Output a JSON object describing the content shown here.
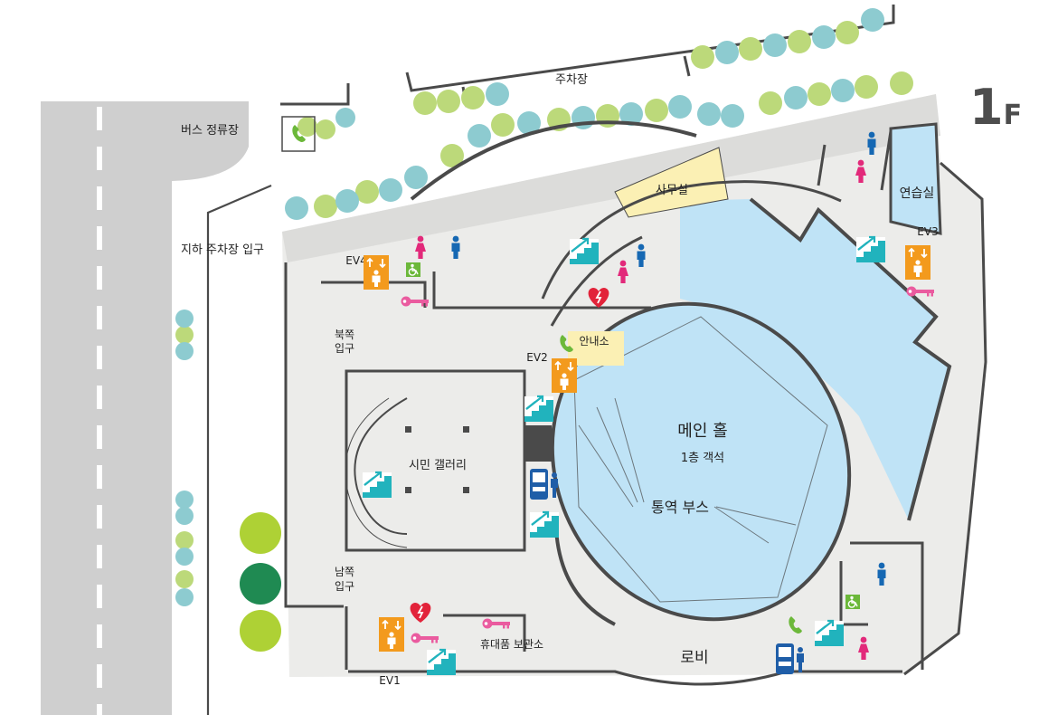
{
  "floor": {
    "number": "1",
    "suffix": "F"
  },
  "labels": {
    "parking": "주차장",
    "bus_stop": "버스 정류장",
    "underground_parking_entrance": "지하 주차장 입구",
    "office": "사무실",
    "practice_room": "연습실",
    "north_entrance_line1": "북쪽",
    "north_entrance_line2": "입구",
    "south_entrance_line1": "남쪽",
    "south_entrance_line2": "입구",
    "info_desk": "안내소",
    "citizen_gallery": "시민 갤러리",
    "main_hall": "메인 홀",
    "main_hall_sub": "1층 객석",
    "interpretation_booth": "통역 부스",
    "lobby": "로비",
    "belongings_storage": "휴대품 보관소"
  },
  "elevators": {
    "ev1": "EV1",
    "ev2": "EV2",
    "ev3": "EV3",
    "ev4": "EV4"
  },
  "icons": {
    "male": "male-restroom-icon",
    "female": "female-restroom-icon",
    "accessible": "wheelchair-icon",
    "elevator": "elevator-icon",
    "escalator": "escalator-icon",
    "phone": "telephone-icon",
    "aed": "aed-heart-icon",
    "locker": "locker-key-icon",
    "vending": "vending-machine-icon"
  },
  "colors": {
    "road": "#cfcfcf",
    "plaza": "#ececea",
    "hall": "#bfe3f6",
    "office": "#fbf0b4",
    "wall": "#4a4a4a",
    "elevator": "#f39a1d",
    "escalator": "#21b3bd",
    "male": "#1668b3",
    "female": "#e2297a",
    "accessible": "#6cb83a",
    "aed": "#e2233a",
    "locker": "#ea5b9f",
    "phone": "#6cb83a",
    "tree_light": "#bcd97a",
    "tree_blue": "#8dcbd0",
    "tree_yellow": "#aed135",
    "tree_green": "#1f8a52"
  }
}
